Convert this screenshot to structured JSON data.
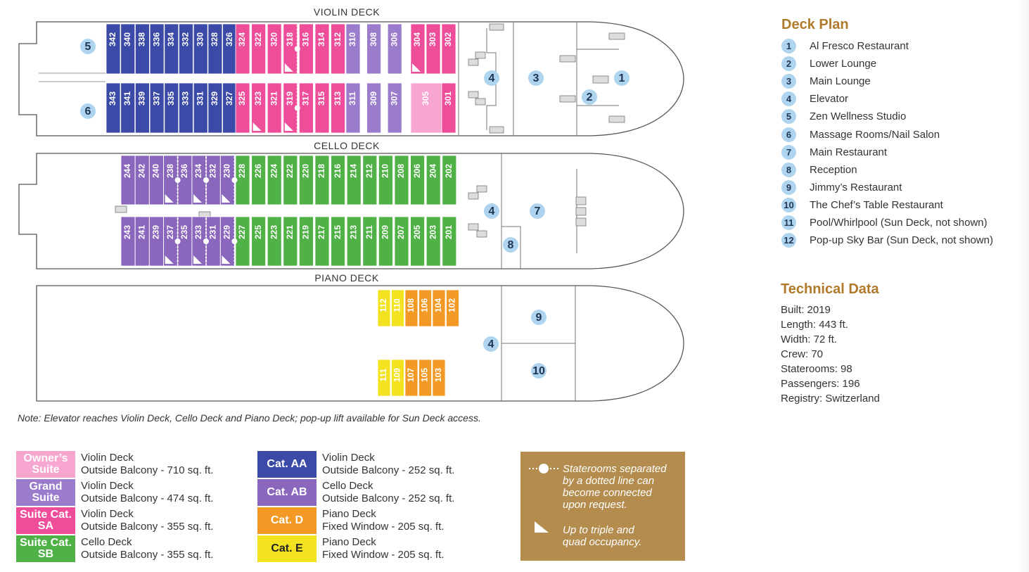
{
  "decks": [
    {
      "name": "VIOLIN DECK"
    },
    {
      "name": "CELLO DECK"
    },
    {
      "name": "PIANO DECK"
    }
  ],
  "colors": {
    "owners_suite": "#f7a6cf",
    "grand_suite": "#9b7ccc",
    "suite_sa": "#ee4d9a",
    "suite_sb": "#4fb146",
    "cat_aa": "#3b4aa6",
    "cat_ab": "#8a67bd",
    "cat_d": "#f39a26",
    "cat_e": "#f3e21f",
    "marker": "#aed4ef",
    "heading": "#b07a2a",
    "note_box": "#b48c4e"
  },
  "cabins": {
    "violin_top": [
      {
        "n": "342",
        "c": "cat_aa"
      },
      {
        "n": "340",
        "c": "cat_aa"
      },
      {
        "n": "338",
        "c": "cat_aa"
      },
      {
        "n": "336",
        "c": "cat_aa"
      },
      {
        "n": "334",
        "c": "cat_aa"
      },
      {
        "n": "332",
        "c": "cat_aa"
      },
      {
        "n": "330",
        "c": "cat_aa"
      },
      {
        "n": "328",
        "c": "cat_aa"
      },
      {
        "n": "326",
        "c": "cat_aa"
      },
      {
        "n": "324",
        "c": "suite_sa"
      },
      {
        "n": "322",
        "c": "suite_sa"
      },
      {
        "n": "320",
        "c": "suite_sa"
      },
      {
        "n": "318",
        "c": "suite_sa"
      },
      {
        "n": "316",
        "c": "suite_sa"
      },
      {
        "n": "314",
        "c": "suite_sa"
      },
      {
        "n": "312",
        "c": "suite_sa"
      },
      {
        "n": "310",
        "c": "grand_suite"
      },
      {
        "n": "308",
        "c": "grand_suite"
      },
      {
        "n": "306",
        "c": "grand_suite"
      },
      {
        "n": "304",
        "c": "suite_sa"
      },
      {
        "n": "303",
        "c": "suite_sa"
      },
      {
        "n": "302",
        "c": "suite_sa"
      }
    ],
    "violin_bottom": [
      {
        "n": "343",
        "c": "cat_aa"
      },
      {
        "n": "341",
        "c": "cat_aa"
      },
      {
        "n": "339",
        "c": "cat_aa"
      },
      {
        "n": "337",
        "c": "cat_aa"
      },
      {
        "n": "335",
        "c": "cat_aa"
      },
      {
        "n": "333",
        "c": "cat_aa"
      },
      {
        "n": "331",
        "c": "cat_aa"
      },
      {
        "n": "329",
        "c": "cat_aa"
      },
      {
        "n": "327",
        "c": "cat_aa"
      },
      {
        "n": "325",
        "c": "suite_sa"
      },
      {
        "n": "323",
        "c": "suite_sa"
      },
      {
        "n": "321",
        "c": "suite_sa"
      },
      {
        "n": "319",
        "c": "suite_sa"
      },
      {
        "n": "317",
        "c": "suite_sa"
      },
      {
        "n": "315",
        "c": "suite_sa"
      },
      {
        "n": "313",
        "c": "suite_sa"
      },
      {
        "n": "311",
        "c": "grand_suite"
      },
      {
        "n": "309",
        "c": "grand_suite"
      },
      {
        "n": "307",
        "c": "grand_suite"
      },
      {
        "n": "305",
        "c": "owners_suite"
      },
      {
        "n": "301",
        "c": "suite_sa"
      }
    ],
    "cello_top": [
      {
        "n": "244",
        "c": "cat_ab"
      },
      {
        "n": "242",
        "c": "cat_ab"
      },
      {
        "n": "240",
        "c": "cat_ab"
      },
      {
        "n": "238",
        "c": "cat_ab"
      },
      {
        "n": "236",
        "c": "cat_ab"
      },
      {
        "n": "234",
        "c": "cat_ab"
      },
      {
        "n": "232",
        "c": "cat_ab"
      },
      {
        "n": "230",
        "c": "cat_ab"
      },
      {
        "n": "228",
        "c": "suite_sb"
      },
      {
        "n": "226",
        "c": "suite_sb"
      },
      {
        "n": "224",
        "c": "suite_sb"
      },
      {
        "n": "222",
        "c": "suite_sb"
      },
      {
        "n": "220",
        "c": "suite_sb"
      },
      {
        "n": "218",
        "c": "suite_sb"
      },
      {
        "n": "216",
        "c": "suite_sb"
      },
      {
        "n": "214",
        "c": "suite_sb"
      },
      {
        "n": "212",
        "c": "suite_sb"
      },
      {
        "n": "210",
        "c": "suite_sb"
      },
      {
        "n": "208",
        "c": "suite_sb"
      },
      {
        "n": "206",
        "c": "suite_sb"
      },
      {
        "n": "204",
        "c": "suite_sb"
      },
      {
        "n": "202",
        "c": "suite_sb"
      }
    ],
    "cello_bottom": [
      {
        "n": "243",
        "c": "cat_ab"
      },
      {
        "n": "241",
        "c": "cat_ab"
      },
      {
        "n": "239",
        "c": "cat_ab"
      },
      {
        "n": "237",
        "c": "cat_ab"
      },
      {
        "n": "235",
        "c": "cat_ab"
      },
      {
        "n": "233",
        "c": "cat_ab"
      },
      {
        "n": "231",
        "c": "cat_ab"
      },
      {
        "n": "229",
        "c": "cat_ab"
      },
      {
        "n": "227",
        "c": "suite_sb"
      },
      {
        "n": "225",
        "c": "suite_sb"
      },
      {
        "n": "223",
        "c": "suite_sb"
      },
      {
        "n": "221",
        "c": "suite_sb"
      },
      {
        "n": "219",
        "c": "suite_sb"
      },
      {
        "n": "217",
        "c": "suite_sb"
      },
      {
        "n": "215",
        "c": "suite_sb"
      },
      {
        "n": "213",
        "c": "suite_sb"
      },
      {
        "n": "211",
        "c": "suite_sb"
      },
      {
        "n": "209",
        "c": "suite_sb"
      },
      {
        "n": "207",
        "c": "suite_sb"
      },
      {
        "n": "205",
        "c": "suite_sb"
      },
      {
        "n": "203",
        "c": "suite_sb"
      },
      {
        "n": "201",
        "c": "suite_sb"
      }
    ],
    "piano_top": [
      {
        "n": "112",
        "c": "cat_e"
      },
      {
        "n": "110",
        "c": "cat_e"
      },
      {
        "n": "108",
        "c": "cat_d"
      },
      {
        "n": "106",
        "c": "cat_d"
      },
      {
        "n": "104",
        "c": "cat_d"
      },
      {
        "n": "102",
        "c": "cat_d"
      }
    ],
    "piano_bottom": [
      {
        "n": "111",
        "c": "cat_e"
      },
      {
        "n": "109",
        "c": "cat_e"
      },
      {
        "n": "107",
        "c": "cat_d"
      },
      {
        "n": "105",
        "c": "cat_d"
      },
      {
        "n": "103",
        "c": "cat_d"
      }
    ]
  },
  "markers": [
    "5",
    "6",
    "4",
    "3",
    "1",
    "2",
    "4",
    "7",
    "8",
    "9",
    "4",
    "10"
  ],
  "deck_plan": {
    "title": "Deck Plan",
    "items": [
      {
        "num": "1",
        "label": "Al Fresco Restaurant"
      },
      {
        "num": "2",
        "label": "Lower Lounge"
      },
      {
        "num": "3",
        "label": "Main Lounge"
      },
      {
        "num": "4",
        "label": "Elevator"
      },
      {
        "num": "5",
        "label": "Zen Wellness Studio"
      },
      {
        "num": "6",
        "label": "Massage Rooms/Nail Salon"
      },
      {
        "num": "7",
        "label": "Main Restaurant"
      },
      {
        "num": "8",
        "label": "Reception"
      },
      {
        "num": "9",
        "label": "Jimmy’s Restaurant"
      },
      {
        "num": "10",
        "label": "The Chef’s Table Restaurant"
      },
      {
        "num": "11",
        "label": "Pool/Whirlpool (Sun Deck, not shown)"
      },
      {
        "num": "12",
        "label": "Pop-up Sky Bar (Sun Deck, not shown)"
      }
    ]
  },
  "technical": {
    "title": "Technical Data",
    "lines": [
      "Built: 2019",
      "Length: 443 ft.",
      "Width: 72 ft.",
      "Crew: 70",
      "Staterooms: 98",
      "Passengers: 196",
      "Registry: Switzerland"
    ]
  },
  "note": "Note: Elevator reaches Violin Deck, Cello Deck and Piano Deck; pop-up lift available for Sun Deck access.",
  "legend_left": [
    {
      "swatch": "Owner’s Suite",
      "line1": "Violin Deck",
      "line2": "Outside Balcony - 710 sq. ft.",
      "c": "owners_suite"
    },
    {
      "swatch": "Grand Suite",
      "line1": "Violin Deck",
      "line2": "Outside Balcony - 474 sq. ft.",
      "c": "grand_suite"
    },
    {
      "swatch": "Suite Cat. SA",
      "line1": "Violin Deck",
      "line2": "Outside Balcony - 355 sq. ft.",
      "c": "suite_sa"
    },
    {
      "swatch": "Suite Cat. SB",
      "line1": "Cello Deck",
      "line2": "Outside Balcony - 355 sq. ft.",
      "c": "suite_sb"
    }
  ],
  "legend_right": [
    {
      "swatch": "Cat. AA",
      "line1": "Violin Deck",
      "line2": "Outside Balcony - 252 sq. ft.",
      "c": "cat_aa"
    },
    {
      "swatch": "Cat. AB",
      "line1": "Cello Deck",
      "line2": "Outside Balcony - 252 sq. ft.",
      "c": "cat_ab"
    },
    {
      "swatch": "Cat. D",
      "line1": "Piano Deck",
      "line2": "Fixed Window - 205 sq. ft.",
      "c": "cat_d"
    },
    {
      "swatch": "Cat. E",
      "line1": "Piano Deck",
      "line2": "Fixed Window - 205 sq. ft.",
      "c": "cat_e"
    }
  ],
  "note_box": {
    "connect_lines": [
      "Staterooms separated",
      "by a dotted line can",
      "become connected",
      "upon request."
    ],
    "occupancy_lines": [
      "Up to triple and",
      "quad occupancy."
    ]
  }
}
